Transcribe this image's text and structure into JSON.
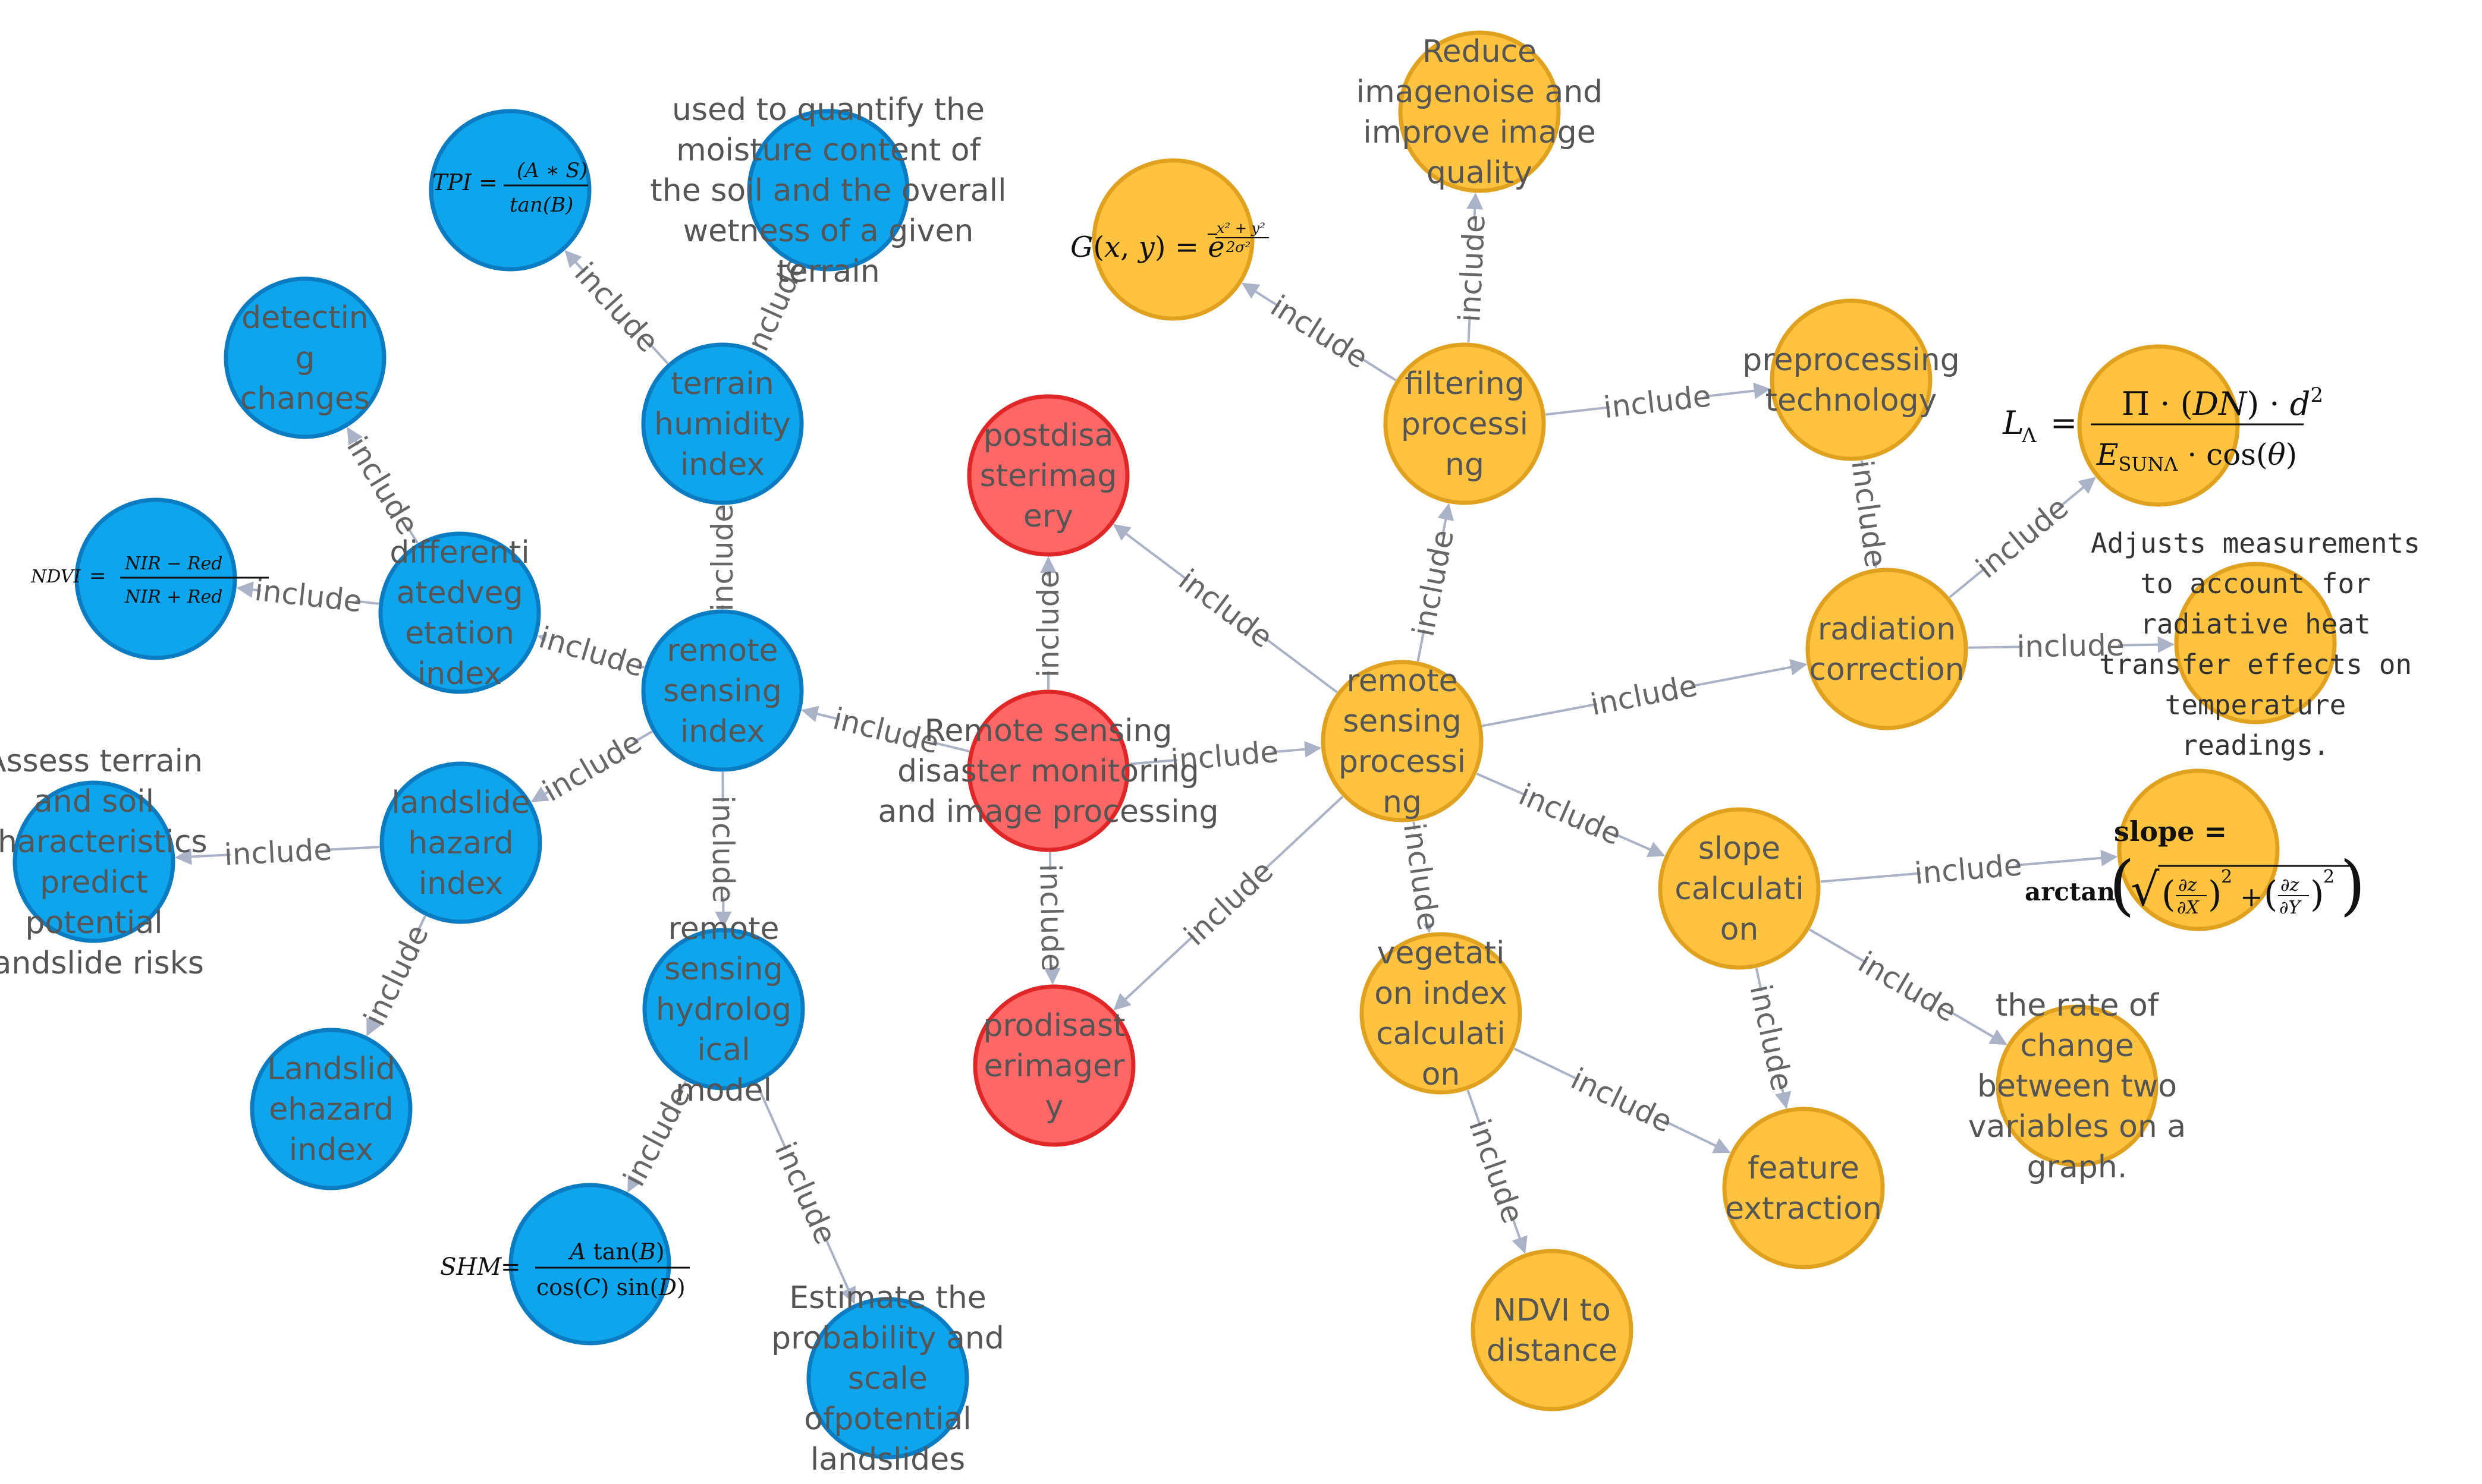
{
  "colors": {
    "blue_fill": "#0ea5ec",
    "blue_stroke": "#0b7cc2",
    "red_fill": "#ff6666",
    "red_stroke": "#e02626",
    "orange_fill": "#ffc340",
    "orange_stroke": "#e0a21e",
    "edge": "#aab2c8",
    "edge_label": "#666666",
    "node_label": "#555555"
  },
  "nodes": [
    {
      "id": "center",
      "group": "red",
      "lines": [
        "Remote sensing",
        "disaster monitoring",
        "and image processing"
      ]
    },
    {
      "id": "postdis",
      "group": "red",
      "lines": [
        "postdisa",
        "sterimag",
        "ery"
      ]
    },
    {
      "id": "prodis",
      "group": "red",
      "lines": [
        "prodisast",
        "erimager",
        "y"
      ]
    },
    {
      "id": "rsi",
      "group": "blue",
      "lines": [
        "remote",
        "sensing",
        "index"
      ]
    },
    {
      "id": "thi",
      "group": "blue",
      "lines": [
        "terrain",
        "humidity",
        "index"
      ]
    },
    {
      "id": "tpi",
      "group": "blue",
      "lines": []
    },
    {
      "id": "moist",
      "group": "blue",
      "lines": [
        "used to quantify the",
        "moisture content of",
        "the soil and the overall",
        "wetness of a given",
        "terrain"
      ]
    },
    {
      "id": "dvi",
      "group": "blue",
      "lines": [
        "differenti",
        "atedveg",
        "etation",
        "index"
      ]
    },
    {
      "id": "detect",
      "group": "blue",
      "lines": [
        "detectin",
        "g",
        "changes"
      ]
    },
    {
      "id": "ndvif",
      "group": "blue",
      "lines": []
    },
    {
      "id": "lhi",
      "group": "blue",
      "lines": [
        "landslide",
        "hazard",
        "index"
      ]
    },
    {
      "id": "assess",
      "group": "blue",
      "lines": [
        "Assess terrain",
        "and soil",
        "characteristics",
        "predict",
        "potential",
        "landslide risks"
      ]
    },
    {
      "id": "lhi2",
      "group": "blue",
      "lines": [
        "Landslid",
        "ehazard",
        "index"
      ]
    },
    {
      "id": "rshm",
      "group": "blue",
      "lines": [
        "remote",
        "sensing",
        "hydrolog",
        "ical",
        "model"
      ]
    },
    {
      "id": "shm",
      "group": "blue",
      "lines": []
    },
    {
      "id": "estimate",
      "group": "blue",
      "lines": [
        "Estimate the",
        "probability and",
        "scale",
        "ofpotential",
        "landslides"
      ]
    },
    {
      "id": "rsp",
      "group": "orange",
      "lines": [
        "remote",
        "sensing",
        "processi",
        "ng"
      ]
    },
    {
      "id": "filt",
      "group": "orange",
      "lines": [
        "filtering",
        "processi",
        "ng"
      ]
    },
    {
      "id": "gauss",
      "group": "orange",
      "lines": []
    },
    {
      "id": "reduce",
      "group": "orange",
      "lines": [
        "Reduce",
        "imagenoise and",
        "improve image",
        "quality"
      ]
    },
    {
      "id": "prep",
      "group": "orange",
      "lines": [
        "preprocessing",
        "technology"
      ]
    },
    {
      "id": "radc",
      "group": "orange",
      "lines": [
        "radiation",
        "correction"
      ]
    },
    {
      "id": "lformula",
      "group": "orange",
      "lines": []
    },
    {
      "id": "adjusts",
      "group": "orange",
      "lines": [
        "Adjusts measurements",
        "to account for",
        "radiative heat",
        "transfer effects on",
        "temperature",
        "readings."
      ]
    },
    {
      "id": "slope",
      "group": "orange",
      "lines": [
        "slope",
        "calculati",
        "on"
      ]
    },
    {
      "id": "slopef",
      "group": "orange",
      "lines": []
    },
    {
      "id": "rate",
      "group": "orange",
      "lines": [
        "the rate of",
        "change",
        "between two",
        "variables on a",
        "graph."
      ]
    },
    {
      "id": "feat",
      "group": "orange",
      "lines": [
        "feature",
        "extraction"
      ]
    },
    {
      "id": "vic",
      "group": "orange",
      "lines": [
        "vegetati",
        "on index",
        "calculati",
        "on"
      ]
    },
    {
      "id": "ndvid",
      "group": "orange",
      "lines": [
        "NDVI to",
        "distance"
      ]
    }
  ],
  "edges": [
    {
      "from": "center",
      "to": "postdis",
      "label": "include"
    },
    {
      "from": "center",
      "to": "prodis",
      "label": "include"
    },
    {
      "from": "center",
      "to": "rsi",
      "label": "include"
    },
    {
      "from": "center",
      "to": "rsp",
      "label": "include"
    },
    {
      "from": "rsi",
      "to": "thi",
      "label": "include"
    },
    {
      "from": "thi",
      "to": "tpi",
      "label": "include"
    },
    {
      "from": "thi",
      "to": "moist",
      "label": "include"
    },
    {
      "from": "rsi",
      "to": "dvi",
      "label": "include"
    },
    {
      "from": "dvi",
      "to": "detect",
      "label": "include"
    },
    {
      "from": "dvi",
      "to": "ndvif",
      "label": "include"
    },
    {
      "from": "rsi",
      "to": "lhi",
      "label": "include"
    },
    {
      "from": "lhi",
      "to": "assess",
      "label": "include"
    },
    {
      "from": "lhi",
      "to": "lhi2",
      "label": "include"
    },
    {
      "from": "rsi",
      "to": "rshm",
      "label": "include"
    },
    {
      "from": "rshm",
      "to": "shm",
      "label": "include"
    },
    {
      "from": "rshm",
      "to": "estimate",
      "label": "include"
    },
    {
      "from": "rsp",
      "to": "postdis",
      "label": "include"
    },
    {
      "from": "rsp",
      "to": "prodis",
      "label": "include"
    },
    {
      "from": "rsp",
      "to": "filt",
      "label": "include"
    },
    {
      "from": "filt",
      "to": "gauss",
      "label": "include"
    },
    {
      "from": "filt",
      "to": "reduce",
      "label": "include"
    },
    {
      "from": "filt",
      "to": "prep",
      "label": "include"
    },
    {
      "from": "prep",
      "to": "radc",
      "label": "include"
    },
    {
      "from": "rsp",
      "to": "radc",
      "label": "include"
    },
    {
      "from": "radc",
      "to": "lformula",
      "label": "include"
    },
    {
      "from": "radc",
      "to": "adjusts",
      "label": "include"
    },
    {
      "from": "rsp",
      "to": "slope",
      "label": "include"
    },
    {
      "from": "slope",
      "to": "slopef",
      "label": "include"
    },
    {
      "from": "slope",
      "to": "rate",
      "label": "include"
    },
    {
      "from": "slope",
      "to": "feat",
      "label": "include"
    },
    {
      "from": "rsp",
      "to": "vic",
      "label": "include"
    },
    {
      "from": "vic",
      "to": "feat",
      "label": "include"
    },
    {
      "from": "vic",
      "to": "ndvid",
      "label": "include"
    }
  ]
}
